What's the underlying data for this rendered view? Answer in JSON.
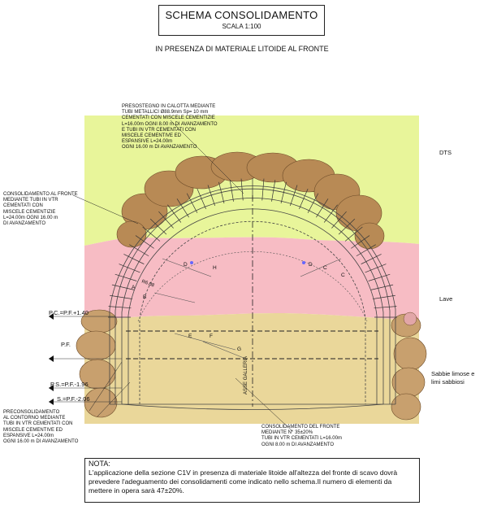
{
  "header": {
    "title": "SCHEMA CONSOLIDAMENTO",
    "scale": "SCALA 1:100",
    "subtitle": "IN PRESENZA DI MATERIALE LITOIDE AL FRONTE"
  },
  "annotations": {
    "presostegno": [
      "PRESOSTEGNO IN CALOTTA MEDIANTE",
      "TUBI METALLICI  Ø88.9mm  Sp= 10 mm",
      "CEMENTATI CON MISCELE CEMENTIZIE",
      "L=16.00m OGNI 8.00 m  DI AVANZAMENTO",
      "E TUBI IN VTR  CEMENTATI CON",
      "MISCELE CEMENTIVE ED",
      "ESPANSIVE L=24.00m",
      "OGNI 16.00 m DI AVANZAMENTO"
    ],
    "consolidamento_fronte_left": [
      "CONSOLIDAMENTO AL FRONTE",
      "MEDIANTE TUBI IN VTR",
      "CEMENTATI CON",
      "MISCELE CEMENTIZIE",
      "L=24.00m OGNI 16.00 m",
      "DI AVANZAMENTO"
    ],
    "preconsolidamento": [
      "PRECONSOLIDAMENTO",
      "AL CONTORNO MEDIANTE",
      "TUBI IN VTR  CEMENTATI CON",
      "MISCELE CEMENTIVE ED",
      "ESPANSIVE L=24.00m",
      "OGNI 16.00 m DI AVANZAMENTO"
    ],
    "consolidamento_fronte_bottom": [
      "CONSOLIDAMENTO DEL FRONTE",
      "MEDIANTE N° 35±20%",
      "TUBI IN VTR CEMENTATI  L=16.00m",
      "OGNI 8.00 m DI AVANZAMENTO"
    ]
  },
  "layers": {
    "dts": "DTS",
    "lave": "Lave",
    "sabbie": "Sabbie limose e limi sabbiosi",
    "asse": "ASSE GALLERIA"
  },
  "levels": {
    "pc": "P.C.=P.F.+1.40",
    "pf": "P.F.",
    "ps": "P.S.=P.F.-1.96",
    "s": "S.=P.F.-2.06"
  },
  "section_letters": [
    "D",
    "H",
    "C",
    "E",
    "F",
    "G",
    "A",
    "B",
    "D",
    "C"
  ],
  "radius_label": "R6.08",
  "note": {
    "title": "NOTA:",
    "text": "L'applicazione della sezione C1V in presenza di materiale litoide all'altezza del fronte di scavo dovrà prevedere l'adeguamento dei consolidamenti come indicato nello schema.Il numero di elementi da mettere in opera sarà 47±20%."
  },
  "colors": {
    "dts": "#e8f59a",
    "lave": "#f7bcc4",
    "sabbie": "#ead79a",
    "boulder": "#b88a55",
    "boulder_left": "#c8a06e"
  }
}
